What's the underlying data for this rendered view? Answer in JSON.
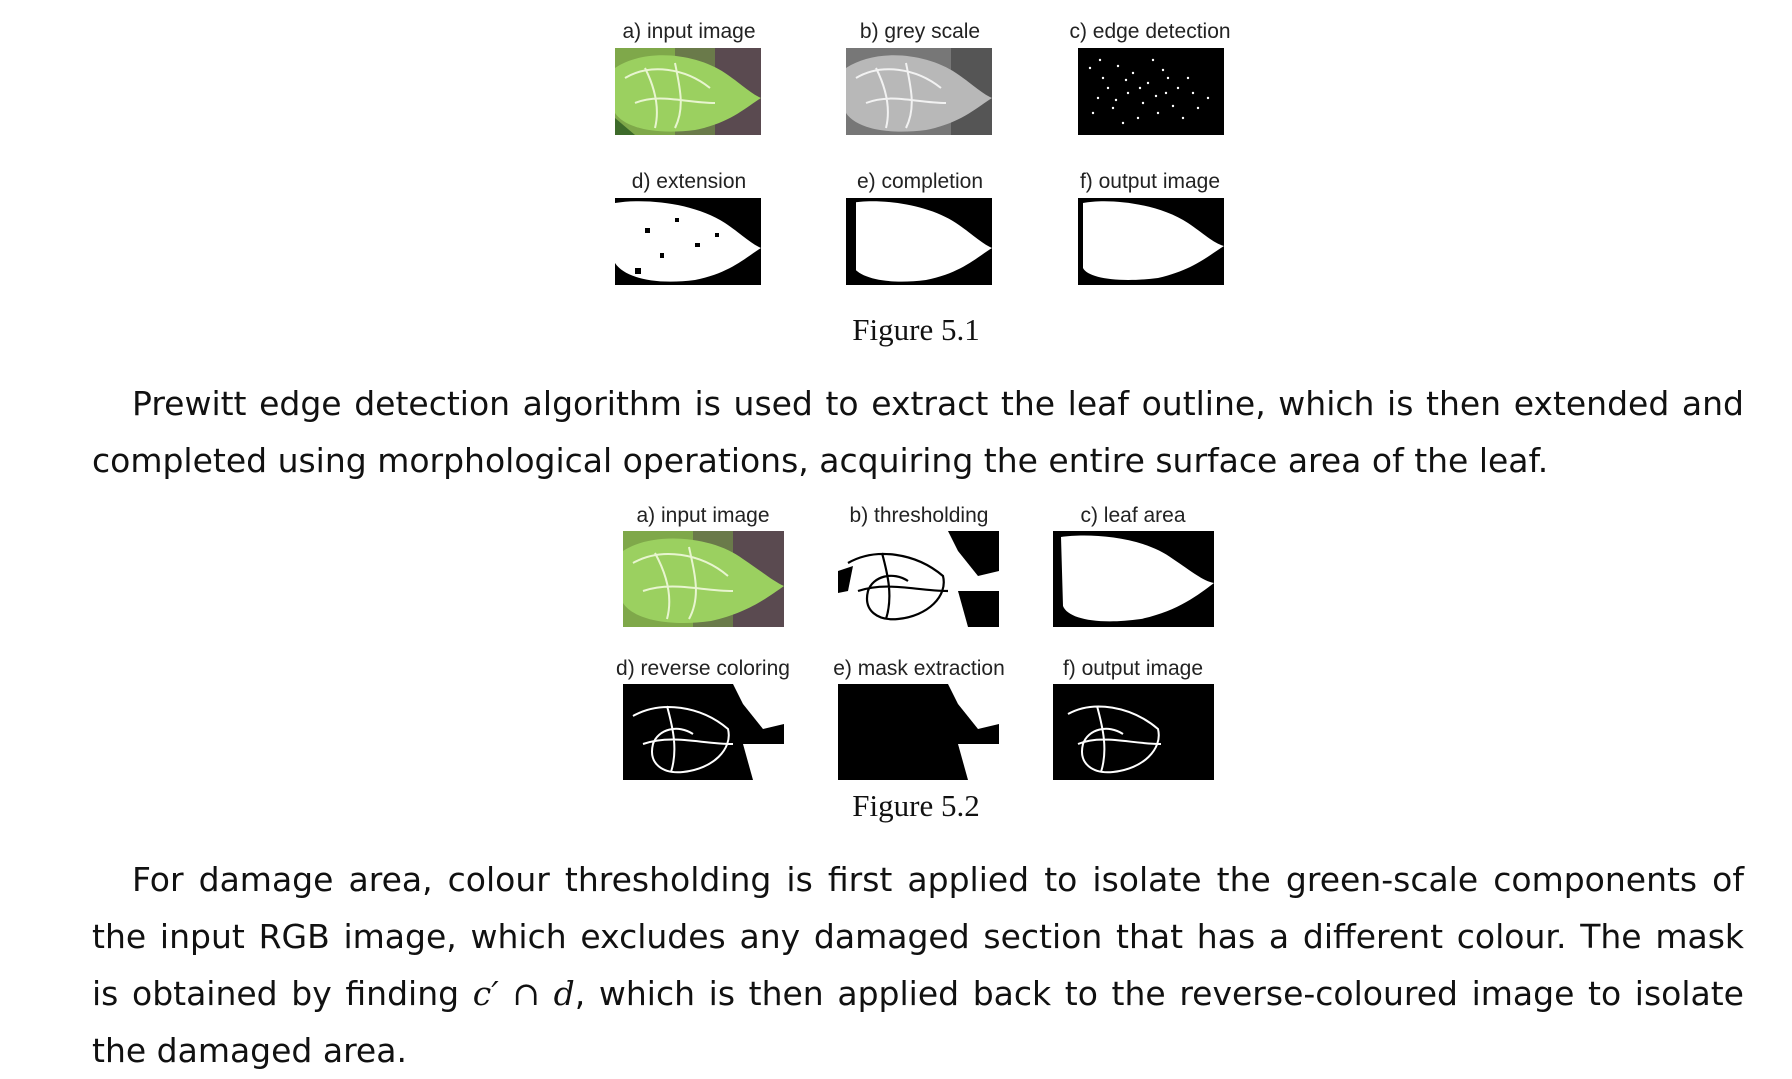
{
  "figure_5_1": {
    "caption": "Figure 5.1",
    "panels": [
      {
        "label": "a) input image"
      },
      {
        "label": "b) grey scale"
      },
      {
        "label": "c) edge detection"
      },
      {
        "label": "d) extension"
      },
      {
        "label": "e) completion"
      },
      {
        "label": "f) output image"
      }
    ]
  },
  "paragraph_1": {
    "line1": "Prewitt edge detection algorithm is used to extract the leaf outline, which is then extended and",
    "line2": "completed using morphological operations, acquiring the entire surface area of the leaf."
  },
  "figure_5_2": {
    "caption": "Figure 5.2",
    "panels": [
      {
        "label": "a) input image"
      },
      {
        "label": "b) thresholding"
      },
      {
        "label": "c) leaf area"
      },
      {
        "label": "d) reverse coloring"
      },
      {
        "label": "e) mask extraction"
      },
      {
        "label": "f) output image"
      }
    ]
  },
  "paragraph_2": {
    "line1": "For damage area, colour thresholding is first applied to isolate the green-scale components of",
    "line2": "the input RGB image, which excludes any damaged section that has a different colour. The mask",
    "line3_pre": "is obtained by finding",
    "line3_math": "c′ ∩ d",
    "line3_post": ", which is then applied back to the reverse-coloured image to isolate",
    "line4": "the damaged area."
  }
}
